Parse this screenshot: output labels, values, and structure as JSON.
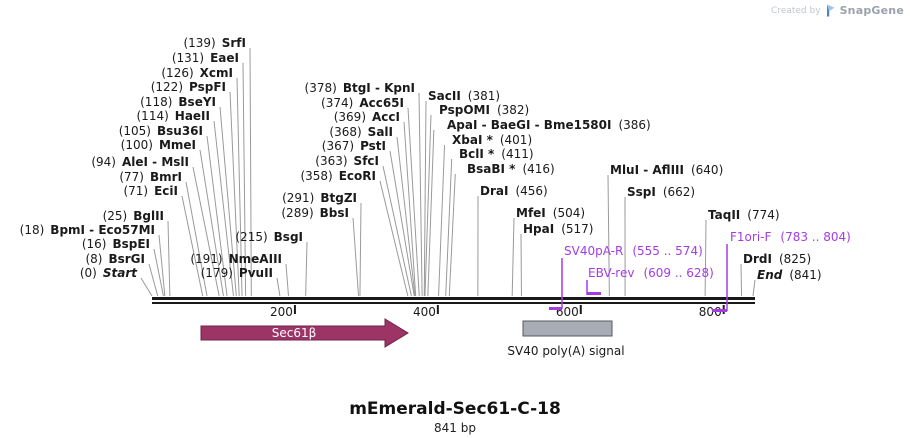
{
  "watermark": {
    "prefix": "Created by",
    "brand": "SnapGene"
  },
  "plasmid": {
    "title": "mEmerald-Sec61-C-18",
    "length": "841 bp"
  },
  "colors": {
    "primer": "#A43CE2",
    "leader": "#9a9a9a",
    "ink": "#1a1a1a",
    "feature_arrow_fill": "#9C3566",
    "feature_arrow_stroke": "#6E2449",
    "feature_box_fill": "#A8ADB5",
    "feature_box_stroke": "#55595E",
    "logo_blue_dark": "#4a7fd4",
    "logo_blue_light": "#9cc3ee"
  },
  "axis": {
    "ticks": [
      {
        "label": "200",
        "bp": 200
      },
      {
        "label": "400",
        "bp": 400
      },
      {
        "label": "600",
        "bp": 600
      },
      {
        "label": "800",
        "bp": 800
      }
    ]
  },
  "sites": [
    {
      "pos": "(139)",
      "name": "SrfI",
      "bp": 139
    },
    {
      "pos": "(131)",
      "name": "EaeI",
      "bp": 131
    },
    {
      "pos": "(126)",
      "name": "XcmI",
      "bp": 126
    },
    {
      "pos": "(122)",
      "name": "PspFI",
      "bp": 122
    },
    {
      "pos": "(118)",
      "name": "BseYI",
      "bp": 118
    },
    {
      "pos": "(114)",
      "name": "HaeII",
      "bp": 114
    },
    {
      "pos": "(105)",
      "name": "Bsu36I",
      "bp": 105
    },
    {
      "pos": "(100)",
      "name": "MmeI",
      "bp": 100
    },
    {
      "pos": "(94)",
      "name": "AleI - MslI",
      "bp": 94
    },
    {
      "pos": "(77)",
      "name": "BmrI",
      "bp": 77
    },
    {
      "pos": "(71)",
      "name": "EciI",
      "bp": 71
    },
    {
      "pos": "(25)",
      "name": "BglII",
      "bp": 25
    },
    {
      "pos": "(18)",
      "name": "BpmI - Eco57MI",
      "bp": 18
    },
    {
      "pos": "(16)",
      "name": "BspEI",
      "bp": 16
    },
    {
      "pos": "(8)",
      "name": "BsrGI",
      "bp": 8
    },
    {
      "pos": "(0)",
      "name": "Start",
      "bp": 0,
      "italic": true
    },
    {
      "pos": "(215)",
      "name": "BsgI",
      "bp": 215
    },
    {
      "pos": "(191)",
      "name": "NmeAIII",
      "bp": 191
    },
    {
      "pos": "(179)",
      "name": "PvuII",
      "bp": 179
    },
    {
      "pos": "(378)",
      "name": "BtgI - KpnI",
      "bp": 378
    },
    {
      "pos": "(374)",
      "name": "Acc65I",
      "bp": 374
    },
    {
      "pos": "(369)",
      "name": "AccI",
      "bp": 369
    },
    {
      "pos": "(368)",
      "name": "SalI",
      "bp": 368
    },
    {
      "pos": "(367)",
      "name": "PstI",
      "bp": 367
    },
    {
      "pos": "(363)",
      "name": "SfcI",
      "bp": 363
    },
    {
      "pos": "(358)",
      "name": "EcoRI",
      "bp": 358
    },
    {
      "pos": "(291)",
      "name": "BtgZI",
      "bp": 291
    },
    {
      "pos": "(289)",
      "name": "BbsI",
      "bp": 289
    },
    {
      "pos": "(381)",
      "name": "SacII",
      "bp": 381
    },
    {
      "pos": "(382)",
      "name": "PspOMI",
      "bp": 382
    },
    {
      "pos": "(386)",
      "name": "ApaI - BaeGI - Bme1580I",
      "bp": 386
    },
    {
      "pos": "(401)",
      "name": "XbaI *",
      "bp": 401
    },
    {
      "pos": "(411)",
      "name": "BclI *",
      "bp": 411
    },
    {
      "pos": "(416)",
      "name": "BsaBI *",
      "bp": 416
    },
    {
      "pos": "(456)",
      "name": "DraI",
      "bp": 456
    },
    {
      "pos": "(504)",
      "name": "MfeI",
      "bp": 504
    },
    {
      "pos": "(517)",
      "name": "HpaI",
      "bp": 517
    },
    {
      "pos": "(640)",
      "name": "MluI - AflIII",
      "bp": 640
    },
    {
      "pos": "(662)",
      "name": "SspI",
      "bp": 662
    },
    {
      "pos": "(774)",
      "name": "TaqII",
      "bp": 774
    },
    {
      "pos": "(825)",
      "name": "DrdI",
      "bp": 825
    },
    {
      "pos": "(841)",
      "name": "End",
      "bp": 841,
      "italic": true
    }
  ],
  "primers": [
    {
      "name": "SV40pA-R",
      "range": "(555 .. 574)"
    },
    {
      "name": "EBV-rev",
      "range": "(609 .. 628)"
    },
    {
      "name": "F1ori-F",
      "range": "(783 .. 804)"
    }
  ],
  "features": [
    {
      "label": "Sec61β",
      "type": "arrow"
    },
    {
      "label": "SV40 poly(A) signal",
      "type": "box"
    }
  ]
}
